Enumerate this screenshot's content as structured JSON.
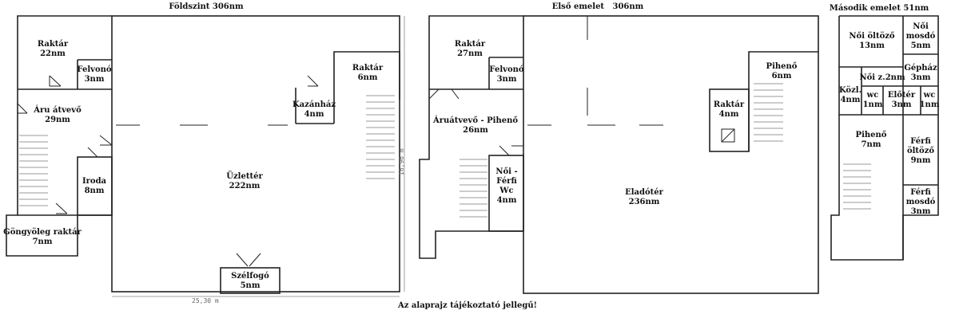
{
  "floors": {
    "ground": {
      "title": "Földszint 306nm",
      "rooms": {
        "raktar1": "Raktár\n22nm",
        "felvono": "Felvonó\n3nm",
        "aru": "Áru átvevő\n29nm",
        "iroda": "Iroda\n8nm",
        "gongyoleg": "Göngyöleg raktár\n7nm",
        "uzlet": "Üzlettér\n222nm",
        "kazan": "Kazánház\n4nm",
        "raktar2": "Raktár\n6nm",
        "szelfogo": "Szélfogó\n5nm"
      },
      "dim_width": "25,30 m",
      "dim_height": "16,96 m"
    },
    "first": {
      "title": "Első emelet   306nm",
      "rooms": {
        "raktar": "Raktár\n27nm",
        "felvono": "Felvonó\n3nm",
        "aruatvevo": "Áruátvevő - Pihenő\n26nm",
        "wc": "Női -\nFérfi\nWc\n4nm",
        "raktar2": "Raktár\n4nm",
        "piheno": "Pihenő\n6nm",
        "elado": "Eladótér\n236nm"
      }
    },
    "second": {
      "title": "Második emelet 51nm",
      "rooms": {
        "noi_oltozo": "Női öltöző\n13nm",
        "noi_mosdo": "Női\nmosdó\n5nm",
        "gephaz": "Gépház\n3nm",
        "kozl": "Közl.\n4nm",
        "noi_z": "Női z.2nm",
        "wc1": "wc\n1nm",
        "eloter": "Előtér\n3nm",
        "wc2": "wc\n1nm",
        "piheno": "Pihenő\n7nm",
        "ferfi_oltozo": "Férfi\nöltöző\n9nm",
        "ferfi_mosdo": "Férfi\nmosdó\n3nm"
      }
    }
  },
  "note": "Az alaprajz tájékoztató jellegű!"
}
